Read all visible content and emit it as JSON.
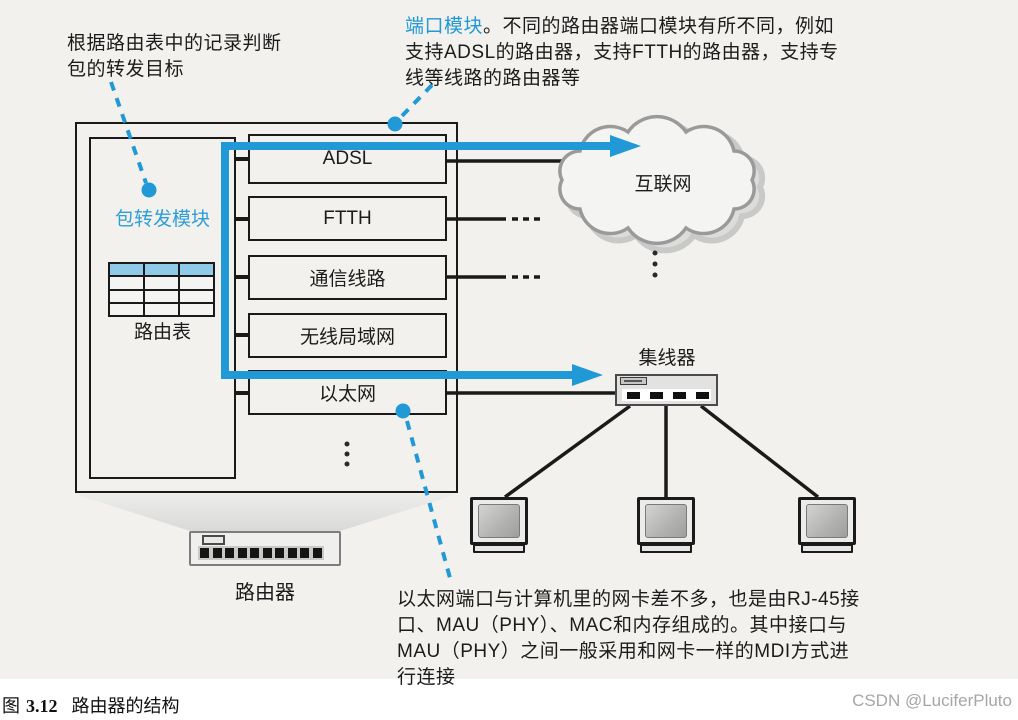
{
  "colors": {
    "accent": "#2199d6",
    "table_header": "#8fcbe9"
  },
  "annotations": {
    "routing_note": "根据路由表中的记录判断\n包的转发目标",
    "port_note_highlight": "端口模块",
    "port_note_rest": "。不同的路由器端口模块有所不同，例如\n支持ADSL的路由器，支持FTTH的路由器，支持专\n线等线路的路由器等",
    "ethernet_note": "以太网端口与计算机里的网卡差不多，也是由RJ-45接\n口、MAU（PHY）、MAC和内存组成的。其中接口与\nMAU（PHY）之间一般采用和网卡一样的MDI方式进\n行连接"
  },
  "router_box": {
    "forwarding_module_label": "包转发模块",
    "routing_table_label": "路由表",
    "ports": [
      "ADSL",
      "FTTH",
      "通信线路",
      "无线局域网",
      "以太网"
    ],
    "device_label": "路由器"
  },
  "network": {
    "internet_label": "互联网",
    "hub_label": "集线器"
  },
  "caption": {
    "figure_prefix": "图",
    "figure_number": "3.12",
    "figure_title": "路由器的结构"
  },
  "watermark": "CSDN @LuciferPluto"
}
